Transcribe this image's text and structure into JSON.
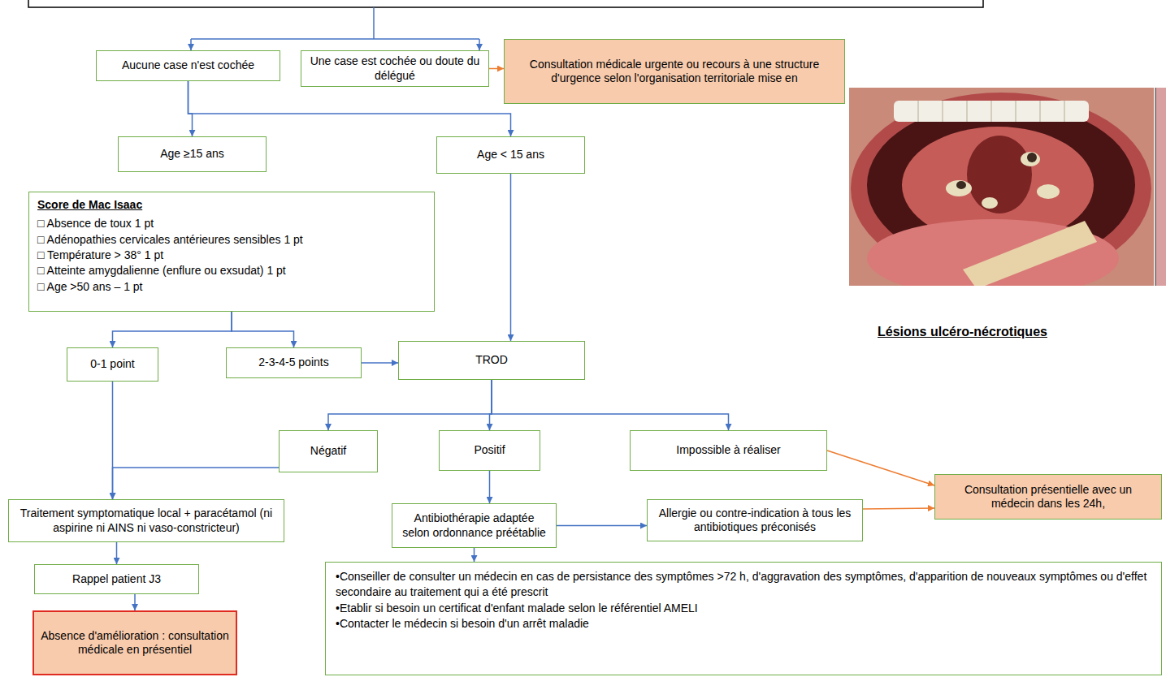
{
  "diagram": {
    "nodes": [
      {
        "text": [
          "Aucune case n'est cochée"
        ]
      },
      {
        "text": [
          "Une case est cochée ou doute du délégué"
        ]
      },
      {
        "text": [
          "Consultation médicale urgente ou recours à une structure d'urgence selon l'organisation territoriale mise en"
        ]
      },
      {
        "text": [
          "Age ≥15 ans"
        ]
      },
      {
        "text": [
          "Age < 15 ans"
        ]
      },
      {
        "text": [
          "Score de Mac Isaac",
          "□ Absence de toux 1 pt",
          "□ Adénopathies cervicales antérieures sensibles 1 pt",
          "□ Température > 38° 1 pt",
          "□ Atteinte amygdalienne (enflure ou exsudat) 1 pt",
          "□ Age >50 ans – 1 pt"
        ]
      },
      {
        "text": [
          "0-1 point"
        ]
      },
      {
        "text": [
          "2-3-4-5 points"
        ]
      },
      {
        "text": [
          "TROD"
        ]
      },
      {
        "text": [
          "Négatif"
        ]
      },
      {
        "text": [
          "Positif"
        ]
      },
      {
        "text": [
          "Impossible à réaliser"
        ]
      },
      {
        "text": [
          "Consultation présentielle avec un médecin dans les 24h,"
        ]
      },
      {
        "text": [
          "Traitement symptomatique local + paracétamol (ni aspirine ni AINS ni vaso-constricteur)"
        ]
      },
      {
        "text": [
          "Antibiothérapie adaptée selon ordonnance préétablie"
        ]
      },
      {
        "text": [
          "Allergie ou contre-indication à tous les antibiotiques préconisés"
        ]
      },
      {
        "text": [
          "Rappel patient J3"
        ]
      },
      {
        "text": [
          "Absence d'amélioration : consultation médicale en présentiel"
        ]
      },
      {
        "text": [
          "•Conseiller de consulter un médecin en cas de persistance des symptômes >72 h, d'aggravation des symptômes, d'apparition de nouveaux symptômes ou d'effet secondaire au traitement qui a été prescrit",
          "•Etablir si besoin un certificat d'enfant malade selon le référentiel AMELI",
          "•Contacter le médecin si besoin d'un arrêt maladie"
        ]
      }
    ],
    "edges": [
      {
        "from": 1,
        "to": 2,
        "arrow": "to"
      },
      {
        "from": 0,
        "to": 3,
        "arrow": "to"
      },
      {
        "from": 0,
        "to": 4,
        "arrow": "to"
      },
      {
        "from": 5,
        "to": 6,
        "arrow": "to"
      },
      {
        "from": 5,
        "to": 7,
        "arrow": "to"
      },
      {
        "from": 7,
        "to": 8,
        "arrow": "to"
      },
      {
        "from": 4,
        "to": 8,
        "arrow": "to"
      },
      {
        "from": 8,
        "to": 9,
        "arrow": "to"
      },
      {
        "from": 8,
        "to": 10,
        "arrow": "to"
      },
      {
        "from": 8,
        "to": 11,
        "arrow": "to"
      },
      {
        "from": 11,
        "to": 12,
        "arrow": "to"
      },
      {
        "from": 6,
        "to": 13,
        "arrow": "to"
      },
      {
        "from": 9,
        "to": 13,
        "arrow": "to"
      },
      {
        "from": 10,
        "to": 14,
        "arrow": "to"
      },
      {
        "from": 14,
        "to": 15,
        "arrow": "to"
      },
      {
        "from": 15,
        "to": 12,
        "arrow": "to"
      },
      {
        "from": 14,
        "to": 18,
        "arrow": "to"
      },
      {
        "from": 13,
        "to": 16,
        "arrow": "to"
      },
      {
        "from": 16,
        "to": 17,
        "arrow": "to"
      }
    ],
    "labels": [
      "Lésions ulcéro-nécrotiques"
    ]
  }
}
